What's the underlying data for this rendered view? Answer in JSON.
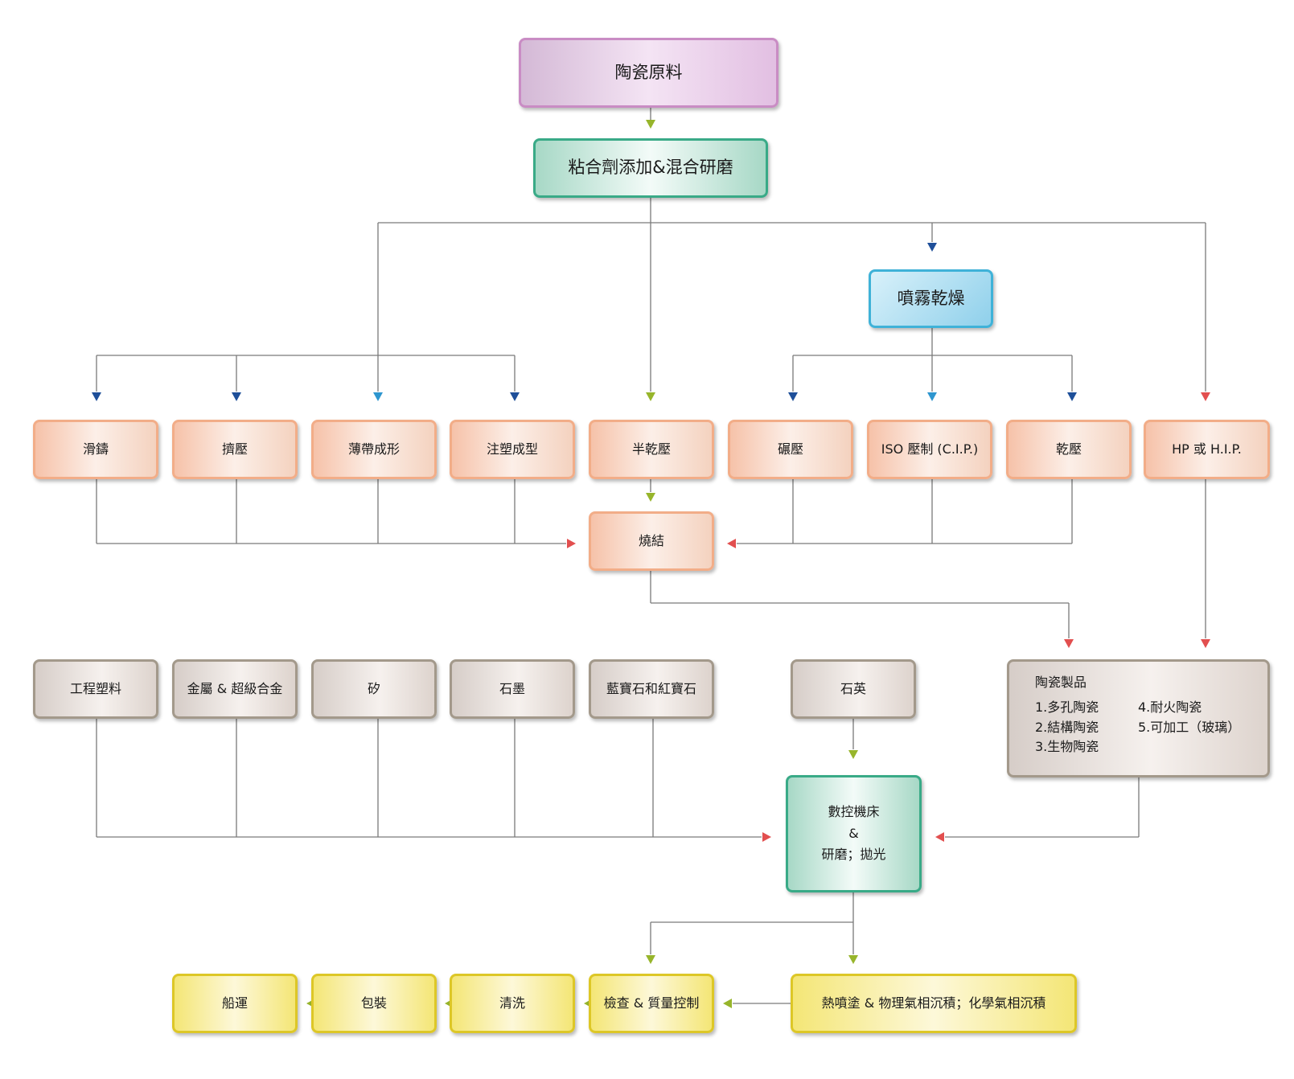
{
  "nodes": {
    "raw_material": "陶瓷原料",
    "binder_mix": "粘合劑添加&混合研磨",
    "spray_dry": "噴霧乾燥",
    "slip_casting": "滑鑄",
    "extrusion": "擠壓",
    "tape_casting": "薄帶成形",
    "injection_molding": "注塑成型",
    "semi_dry_press": "半乾壓",
    "roll_press": "碾壓",
    "iso_press": "ISO 壓制 (C.I.P.)",
    "dry_press": "乾壓",
    "hp_hip": "HP 或 H.I.P.",
    "sintering": "燒結",
    "engineering_plastics": "工程塑料",
    "metals_alloys": "金屬 & 超級合金",
    "silicon": "矽",
    "graphite": "石墨",
    "sapphire_ruby": "藍寶石和紅寶石",
    "quartz": "石英",
    "cnc": {
      "line1": "數控機床",
      "line2": "&",
      "line3": "研磨；拋光"
    },
    "ceramic_products": {
      "title": "陶瓷製品",
      "items": [
        "1.多孔陶瓷",
        "4.耐火陶瓷",
        "2.結構陶瓷",
        "5.可加工（玻璃）",
        "3.生物陶瓷",
        ""
      ]
    },
    "coating": "熱噴塗 & 物理氣相沉積；化學氣相沉積",
    "inspection": "檢查 & 質量控制",
    "cleaning": "清洗",
    "packaging": "包裝",
    "shipping": "船運"
  },
  "colors": {
    "line": "#7a7a7a",
    "arrow_green": "#97b52b",
    "arrow_blue_dark": "#1e4f99",
    "arrow_blue_light": "#2e96cf",
    "arrow_red": "#e24f4f"
  }
}
